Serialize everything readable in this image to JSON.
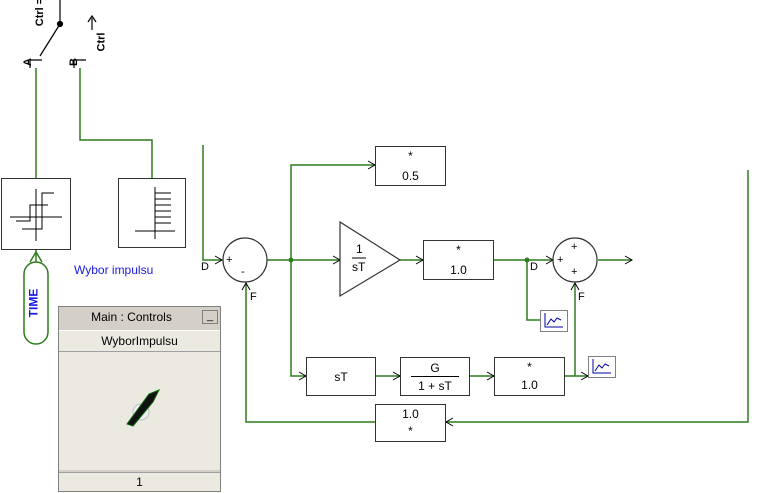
{
  "switch": {
    "ctrl_top": "Ctrl =",
    "ctrl_right": "Ctrl",
    "port_a": "A",
    "port_b": "B"
  },
  "time_source": {
    "label": "TIME"
  },
  "graph_label": "Wybor impulsu",
  "control_panel": {
    "title": "Main : Controls",
    "minimize": "_",
    "name": "WyborImpulsu",
    "value": "1"
  },
  "blocks": {
    "gain_05": {
      "op": "*",
      "value": "0.5"
    },
    "integrator": {
      "num": "1",
      "den": "sT"
    },
    "gain_top": {
      "op": "*",
      "value": "1.0"
    },
    "derivative": {
      "label": "sT"
    },
    "lag": {
      "num": "G",
      "den": "1 + sT"
    },
    "gain_mid": {
      "op": "*",
      "value": "1.0"
    },
    "gain_feedback": {
      "value": "1.0",
      "op": "*"
    }
  },
  "summer_left": {
    "in_d": "D",
    "in_f": "F",
    "plus": "+",
    "minus": "-"
  },
  "summer_right": {
    "in_d": "D",
    "in_f": "F",
    "plus": "+"
  },
  "colors": {
    "wire": "#2e7d1f",
    "accent": "#1a1ae6"
  }
}
